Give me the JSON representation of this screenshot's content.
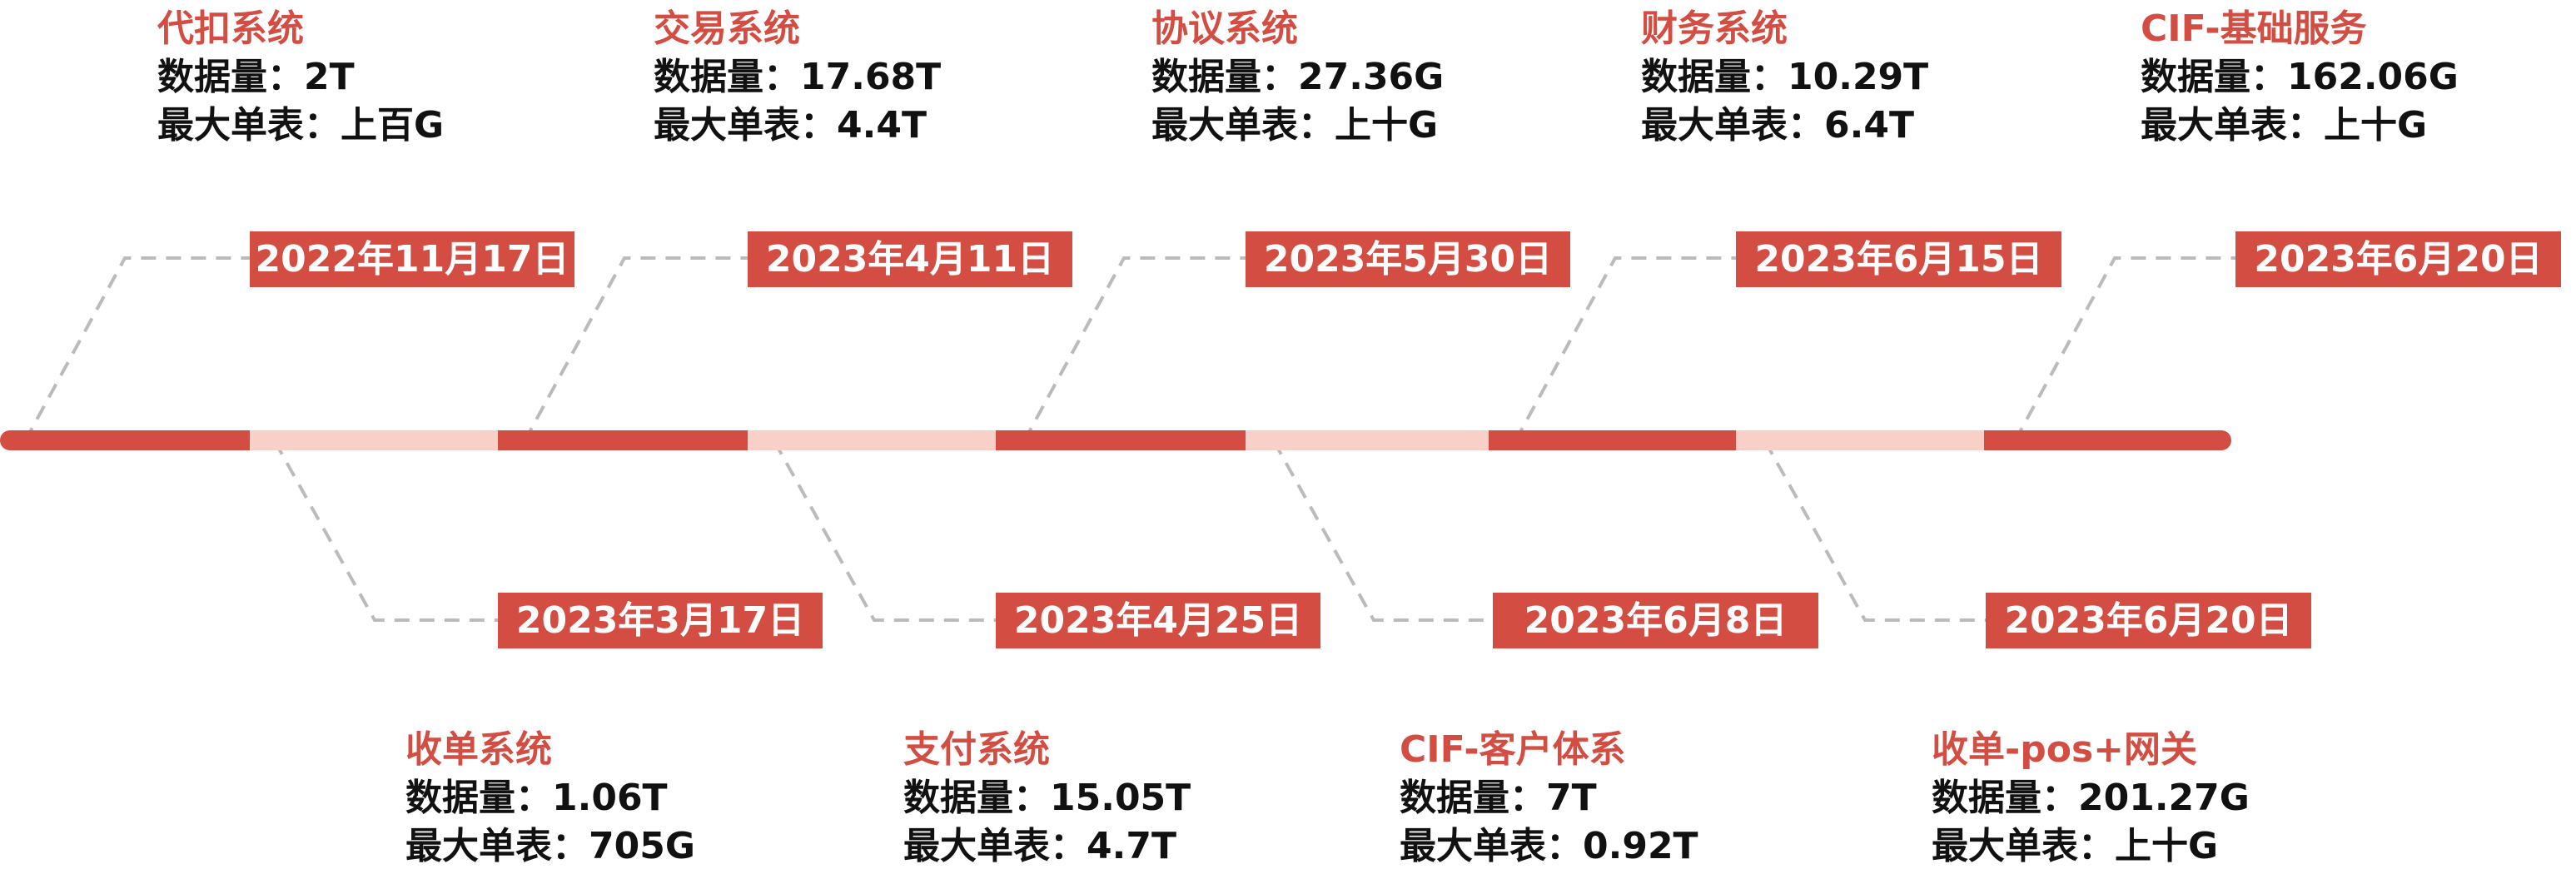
{
  "colors": {
    "accent": "#d44d42",
    "light": "#f9d0c8",
    "connector": "#bbbbbb"
  },
  "events": [
    {
      "date": "2022年11月17日",
      "title": "代扣系统",
      "data_volume": "数据量：2T",
      "max_table": "最大单表：上百G",
      "side": "top"
    },
    {
      "date": "2023年3月17日",
      "title": "收单系统",
      "data_volume": "数据量：1.06T",
      "max_table": "最大单表：705G",
      "side": "bottom"
    },
    {
      "date": "2023年4月11日",
      "title": "交易系统",
      "data_volume": "数据量：17.68T",
      "max_table": "最大单表：4.4T",
      "side": "top"
    },
    {
      "date": "2023年4月25日",
      "title": "支付系统",
      "data_volume": "数据量：15.05T",
      "max_table": "最大单表：4.7T",
      "side": "bottom"
    },
    {
      "date": "2023年5月30日",
      "title": "协议系统",
      "data_volume": "数据量：27.36G",
      "max_table": "最大单表：上十G",
      "side": "top"
    },
    {
      "date": "2023年6月8日",
      "title": "CIF-客户体系",
      "data_volume": "数据量：7T",
      "max_table": "最大单表：0.92T",
      "side": "bottom"
    },
    {
      "date": "2023年6月15日",
      "title": "财务系统",
      "data_volume": "数据量：10.29T",
      "max_table": "最大单表：6.4T",
      "side": "top"
    },
    {
      "date": "2023年6月20日",
      "title": "收单-pos+网关",
      "data_volume": "数据量：201.27G",
      "max_table": "最大单表：上十G",
      "side": "bottom"
    },
    {
      "date": "2023年6月20日",
      "title": "CIF-基础服务",
      "data_volume": "数据量：162.06G",
      "max_table": "最大单表：上十G",
      "side": "top"
    }
  ]
}
